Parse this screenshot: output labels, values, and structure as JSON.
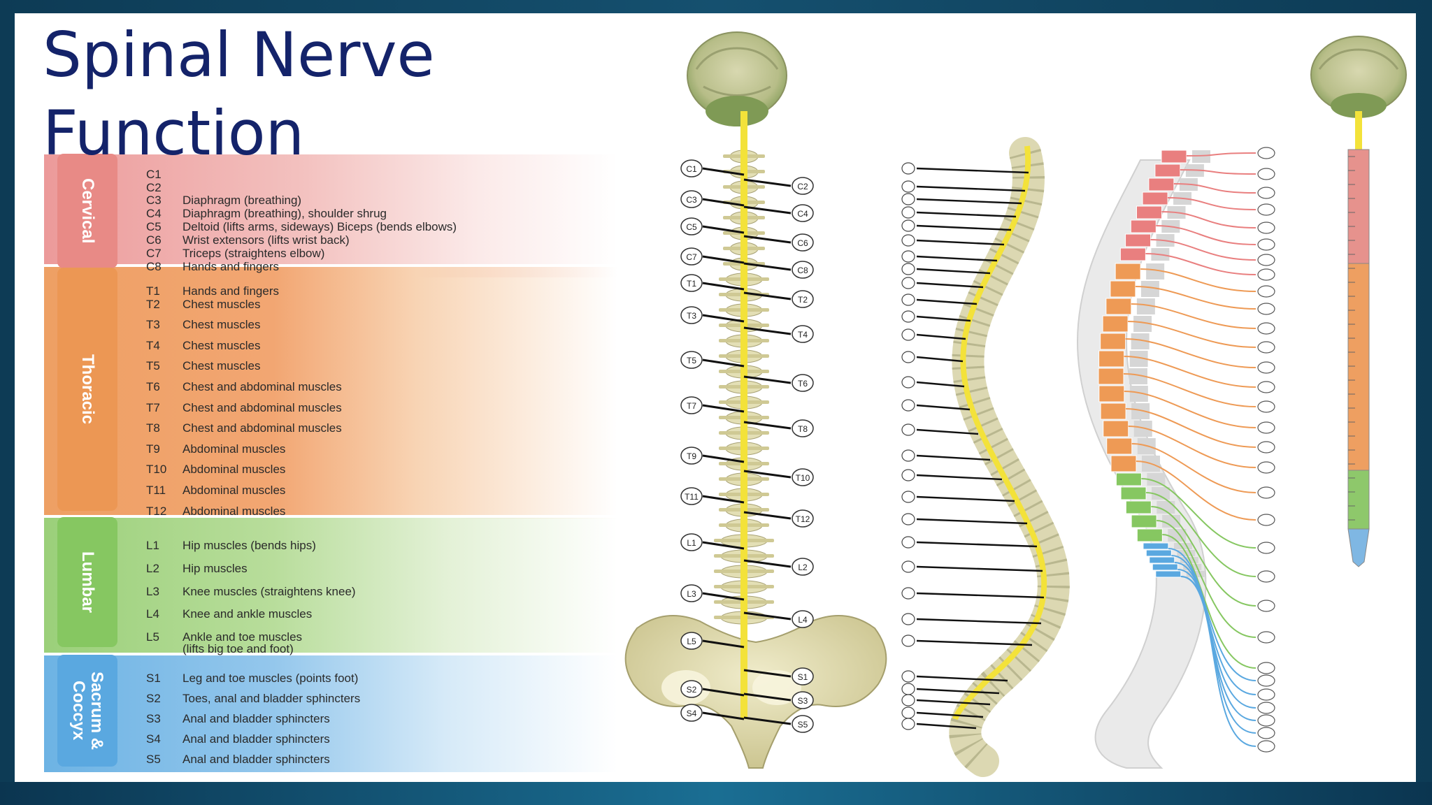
{
  "slide": {
    "title_lines": [
      "Spinal Nerve",
      "Function"
    ]
  },
  "colors": {
    "cervical": "#e97f7f",
    "thoracic": "#ee9a55",
    "lumbar": "#86c761",
    "sacral": "#5aa8e0",
    "title": "#14236a",
    "spinal_cord": "#f3e23a",
    "bone": "#e6e2b4"
  },
  "regions": {
    "cervical": "Cervical",
    "thoracic": "Thoracic",
    "lumbar": "Lumbar",
    "sacral": "Sacrum & Coccyx"
  },
  "nerves": [
    {
      "code": "C1",
      "function": ""
    },
    {
      "code": "C2",
      "function": ""
    },
    {
      "code": "C3",
      "function": "Diaphragm (breathing)"
    },
    {
      "code": "C4",
      "function": "Diaphragm (breathing), shoulder shrug"
    },
    {
      "code": "C5",
      "function": "Deltoid (lifts arms, sideways) Biceps (bends elbows)"
    },
    {
      "code": "C6",
      "function": "Wrist extensors (lifts wrist back)"
    },
    {
      "code": "C7",
      "function": "Triceps (straightens elbow)"
    },
    {
      "code": "C8",
      "function": "Hands and fingers"
    },
    {
      "code": "T1",
      "function": "Hands and fingers"
    },
    {
      "code": "T2",
      "function": "Chest muscles"
    },
    {
      "code": "T3",
      "function": "Chest muscles"
    },
    {
      "code": "T4",
      "function": "Chest muscles"
    },
    {
      "code": "T5",
      "function": "Chest muscles"
    },
    {
      "code": "T6",
      "function": "Chest and abdominal muscles"
    },
    {
      "code": "T7",
      "function": "Chest and abdominal muscles"
    },
    {
      "code": "T8",
      "function": "Chest and abdominal muscles"
    },
    {
      "code": "T9",
      "function": "Abdominal muscles"
    },
    {
      "code": "T10",
      "function": "Abdominal muscles"
    },
    {
      "code": "T11",
      "function": "Abdominal muscles"
    },
    {
      "code": "T12",
      "function": "Abdominal muscles"
    },
    {
      "code": "L1",
      "function": "Hip muscles (bends hips)"
    },
    {
      "code": "L2",
      "function": "Hip muscles"
    },
    {
      "code": "L3",
      "function": "Knee muscles (straightens knee)"
    },
    {
      "code": "L4",
      "function": "Knee and ankle muscles"
    },
    {
      "code": "L5",
      "function": "Ankle and toe muscles"
    },
    {
      "code": "",
      "function": "(lifts big toe and foot)"
    },
    {
      "code": "S1",
      "function": "Leg and toe muscles (points foot)"
    },
    {
      "code": "S2",
      "function": "Toes, anal and bladder sphincters"
    },
    {
      "code": "S3",
      "function": "Anal and bladder sphincters"
    },
    {
      "code": "S4",
      "function": "Anal and bladder sphincters"
    },
    {
      "code": "S5",
      "function": "Anal and bladder sphincters"
    }
  ],
  "posterior_view": {
    "left_labels": [
      "C1",
      "C3",
      "C5",
      "C7",
      "T1",
      "T3",
      "T5",
      "T7",
      "T9",
      "T11",
      "L1",
      "L3",
      "L5",
      "S2",
      "S4"
    ],
    "right_labels": [
      "C2",
      "C4",
      "C6",
      "C8",
      "T2",
      "T4",
      "T6",
      "T8",
      "T10",
      "T12",
      "L2",
      "L4",
      "S1",
      "S3",
      "S5"
    ]
  }
}
